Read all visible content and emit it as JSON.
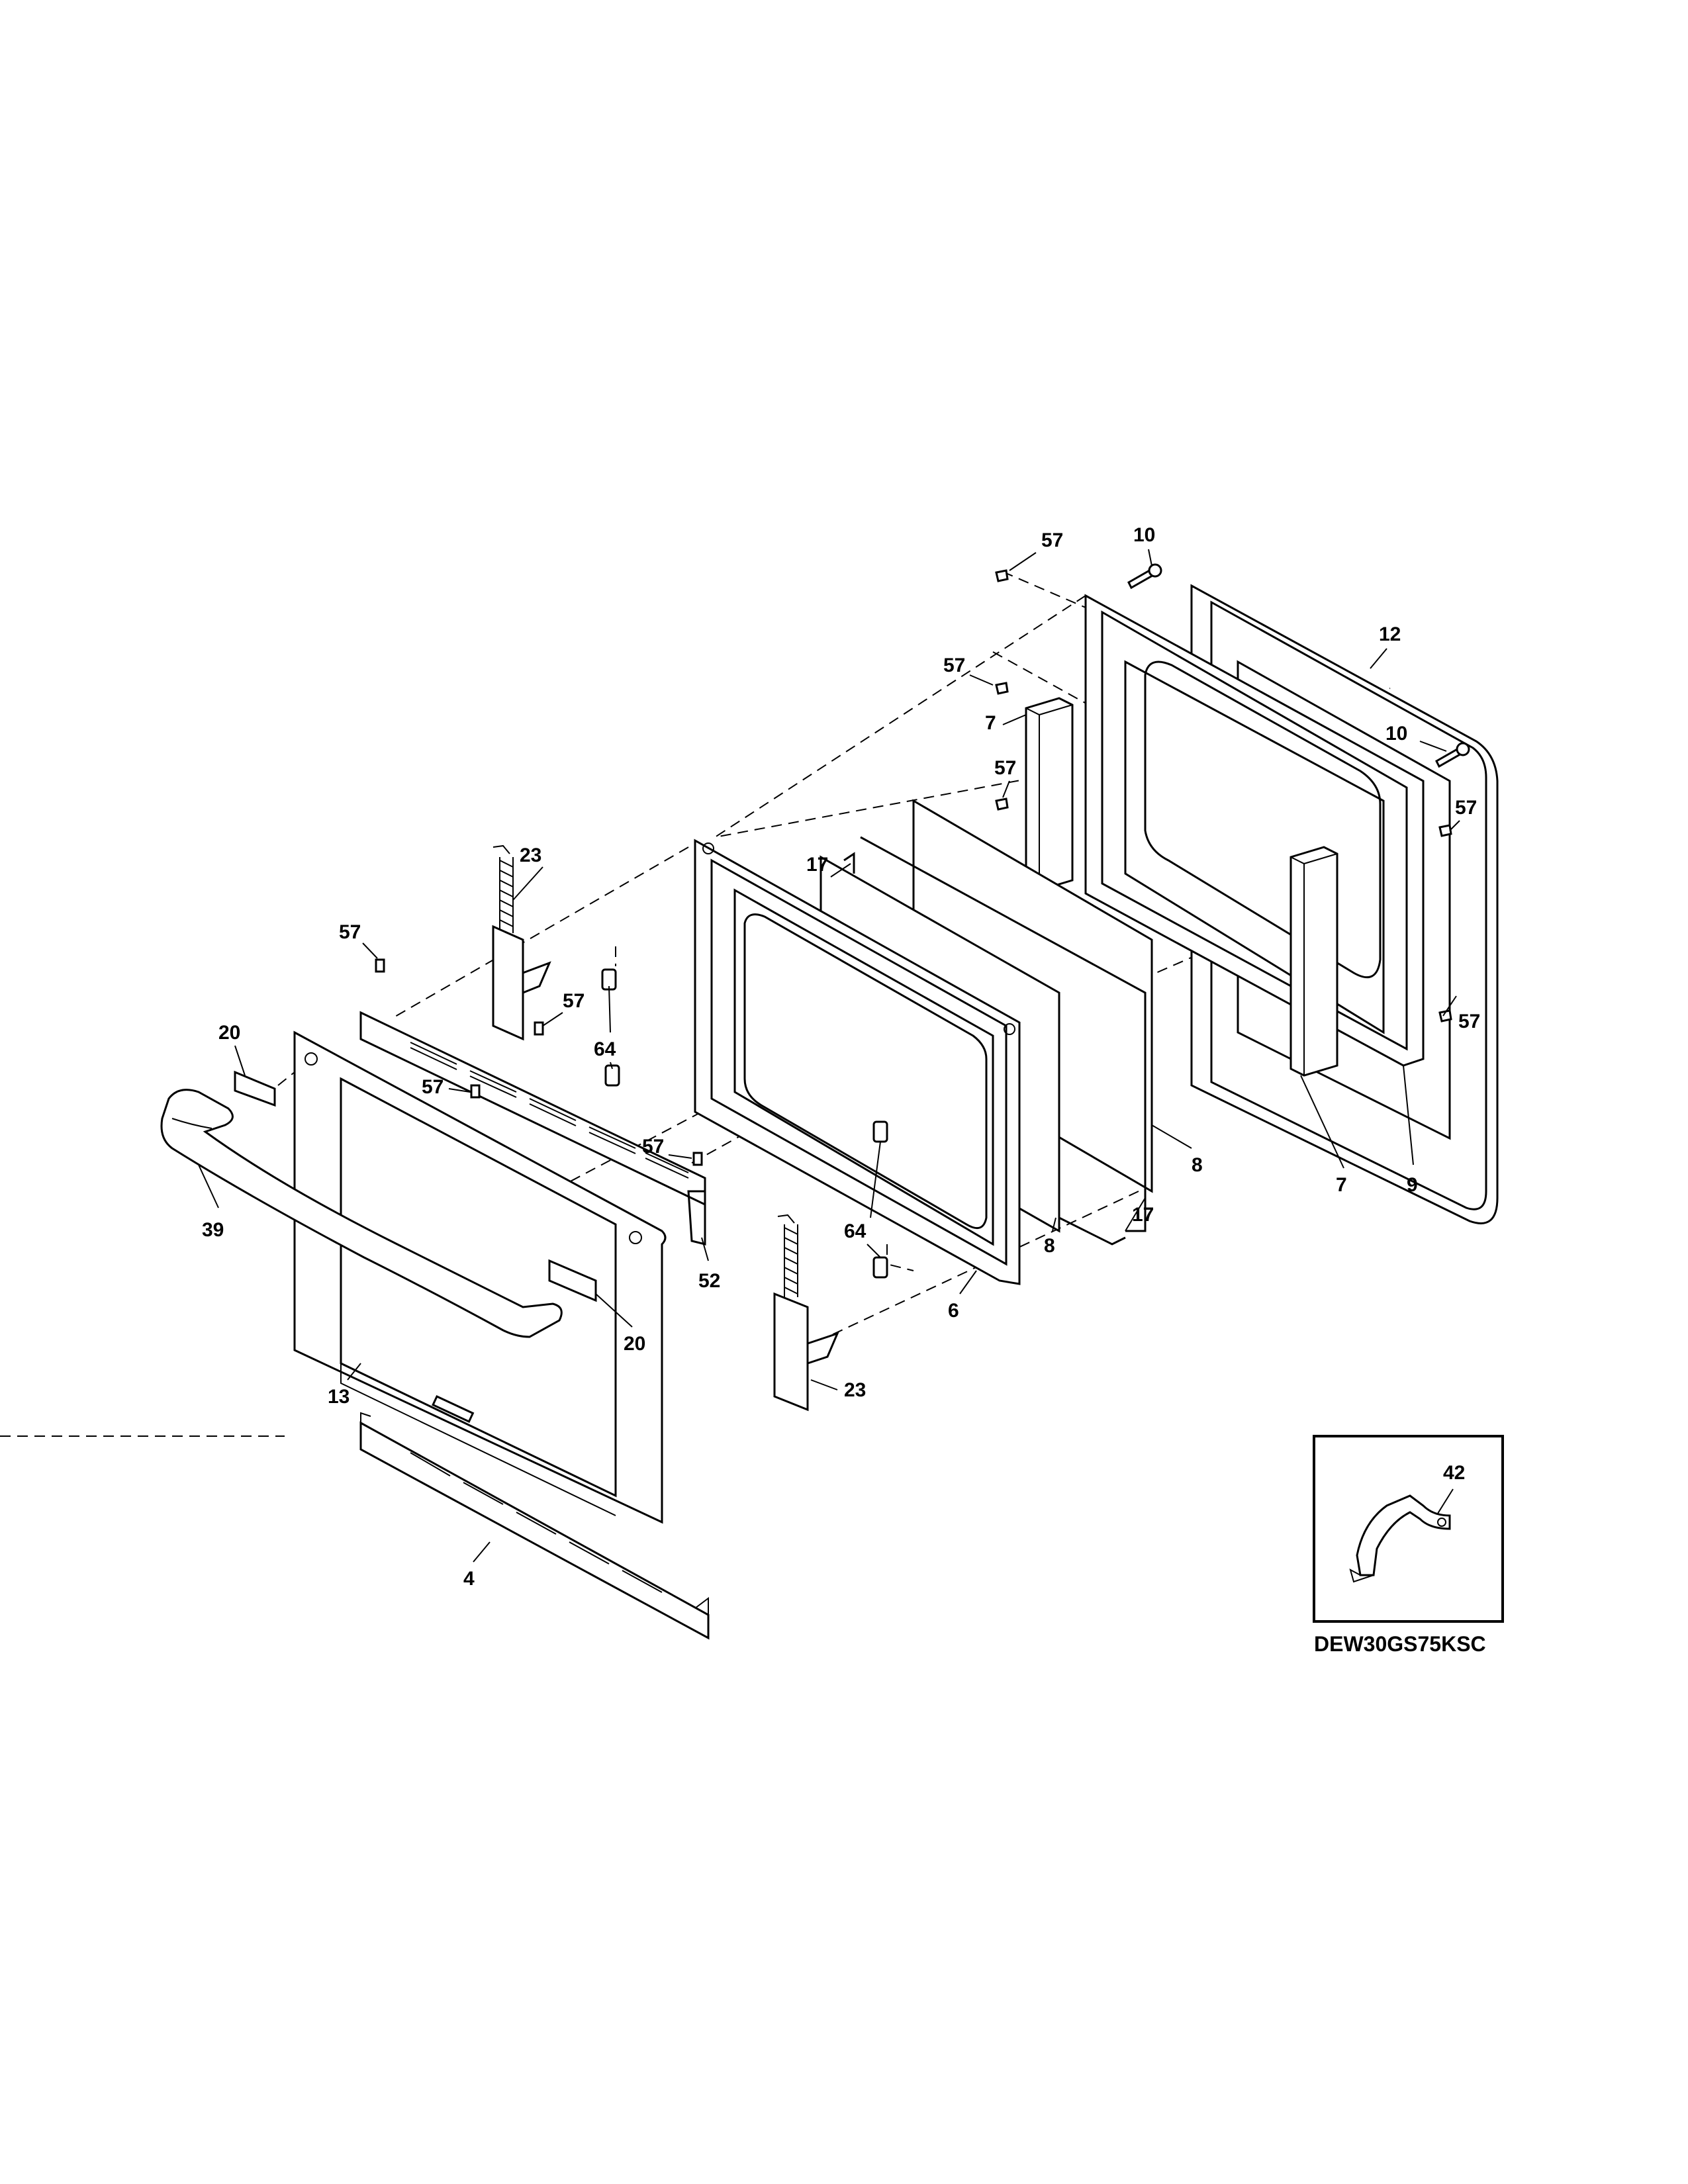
{
  "diagram": {
    "model_number": "DEW30GS75KSC",
    "inset_part": "42",
    "labels": {
      "p57_top": "57",
      "p10_top": "10",
      "p12": "12",
      "p57_b": "57",
      "p7_a": "7",
      "p10_b": "10",
      "p57_c": "57",
      "p57_d": "57",
      "p17_a": "17",
      "p23_a": "23",
      "p57_e": "57",
      "p57_f": "57",
      "p20_a": "20",
      "p64_a": "64",
      "p57_g": "57",
      "p57_h": "57",
      "p57_i": "57",
      "p7_b": "7",
      "p9": "9",
      "p8_a": "8",
      "p17_b": "17",
      "p39": "39",
      "p52": "52",
      "p64_b": "64",
      "p8_b": "8",
      "p6": "6",
      "p20_b": "20",
      "p13": "13",
      "p23_b": "23",
      "p4": "4"
    }
  }
}
